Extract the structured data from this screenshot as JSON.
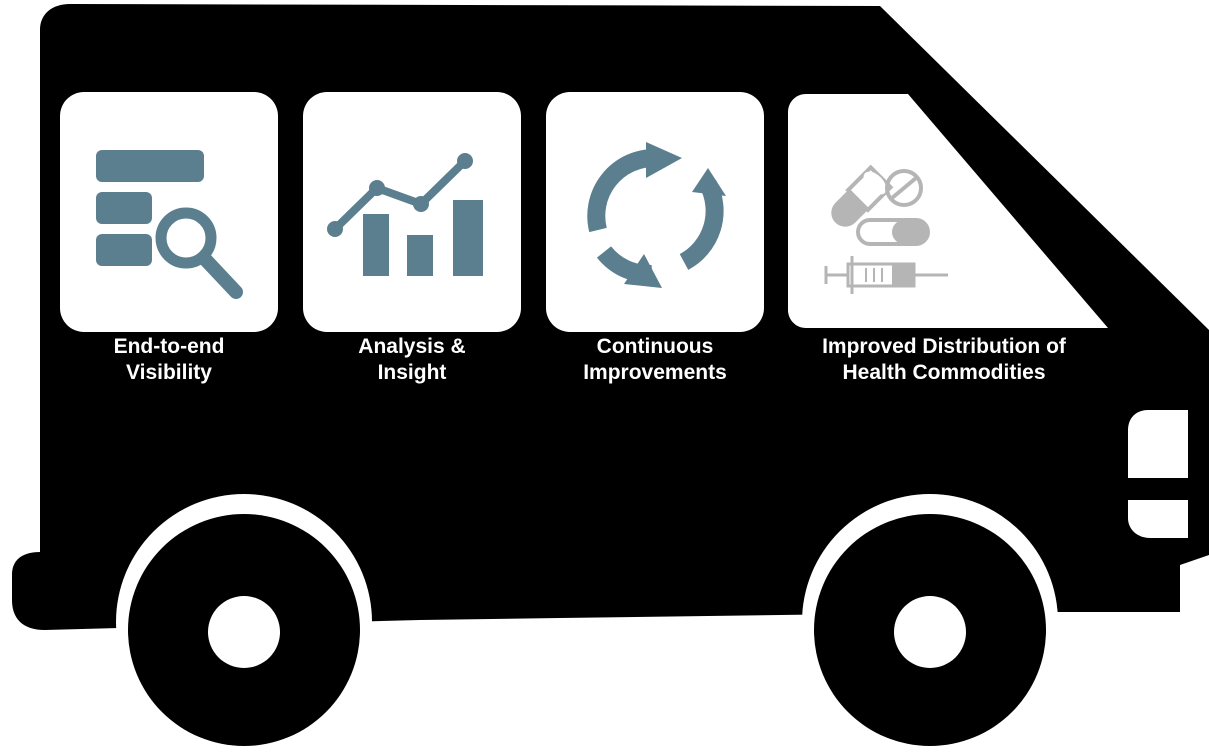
{
  "colors": {
    "van": "#000000",
    "icon": "#5b7f8f",
    "icon_grey": "#b5b5b5",
    "card": "#ffffff"
  },
  "features": [
    {
      "icon": "database-search-icon",
      "line1": "End-to-end",
      "line2": "Visibility"
    },
    {
      "icon": "line-bar-chart-icon",
      "line1": "Analysis &",
      "line2": "Insight"
    },
    {
      "icon": "refresh-cycle-icon",
      "line1": "Continuous",
      "line2": "Improvements"
    },
    {
      "icon": "medicine-syringe-icon",
      "line1": "Improved Distribution of",
      "line2": "Health Commodities"
    }
  ]
}
